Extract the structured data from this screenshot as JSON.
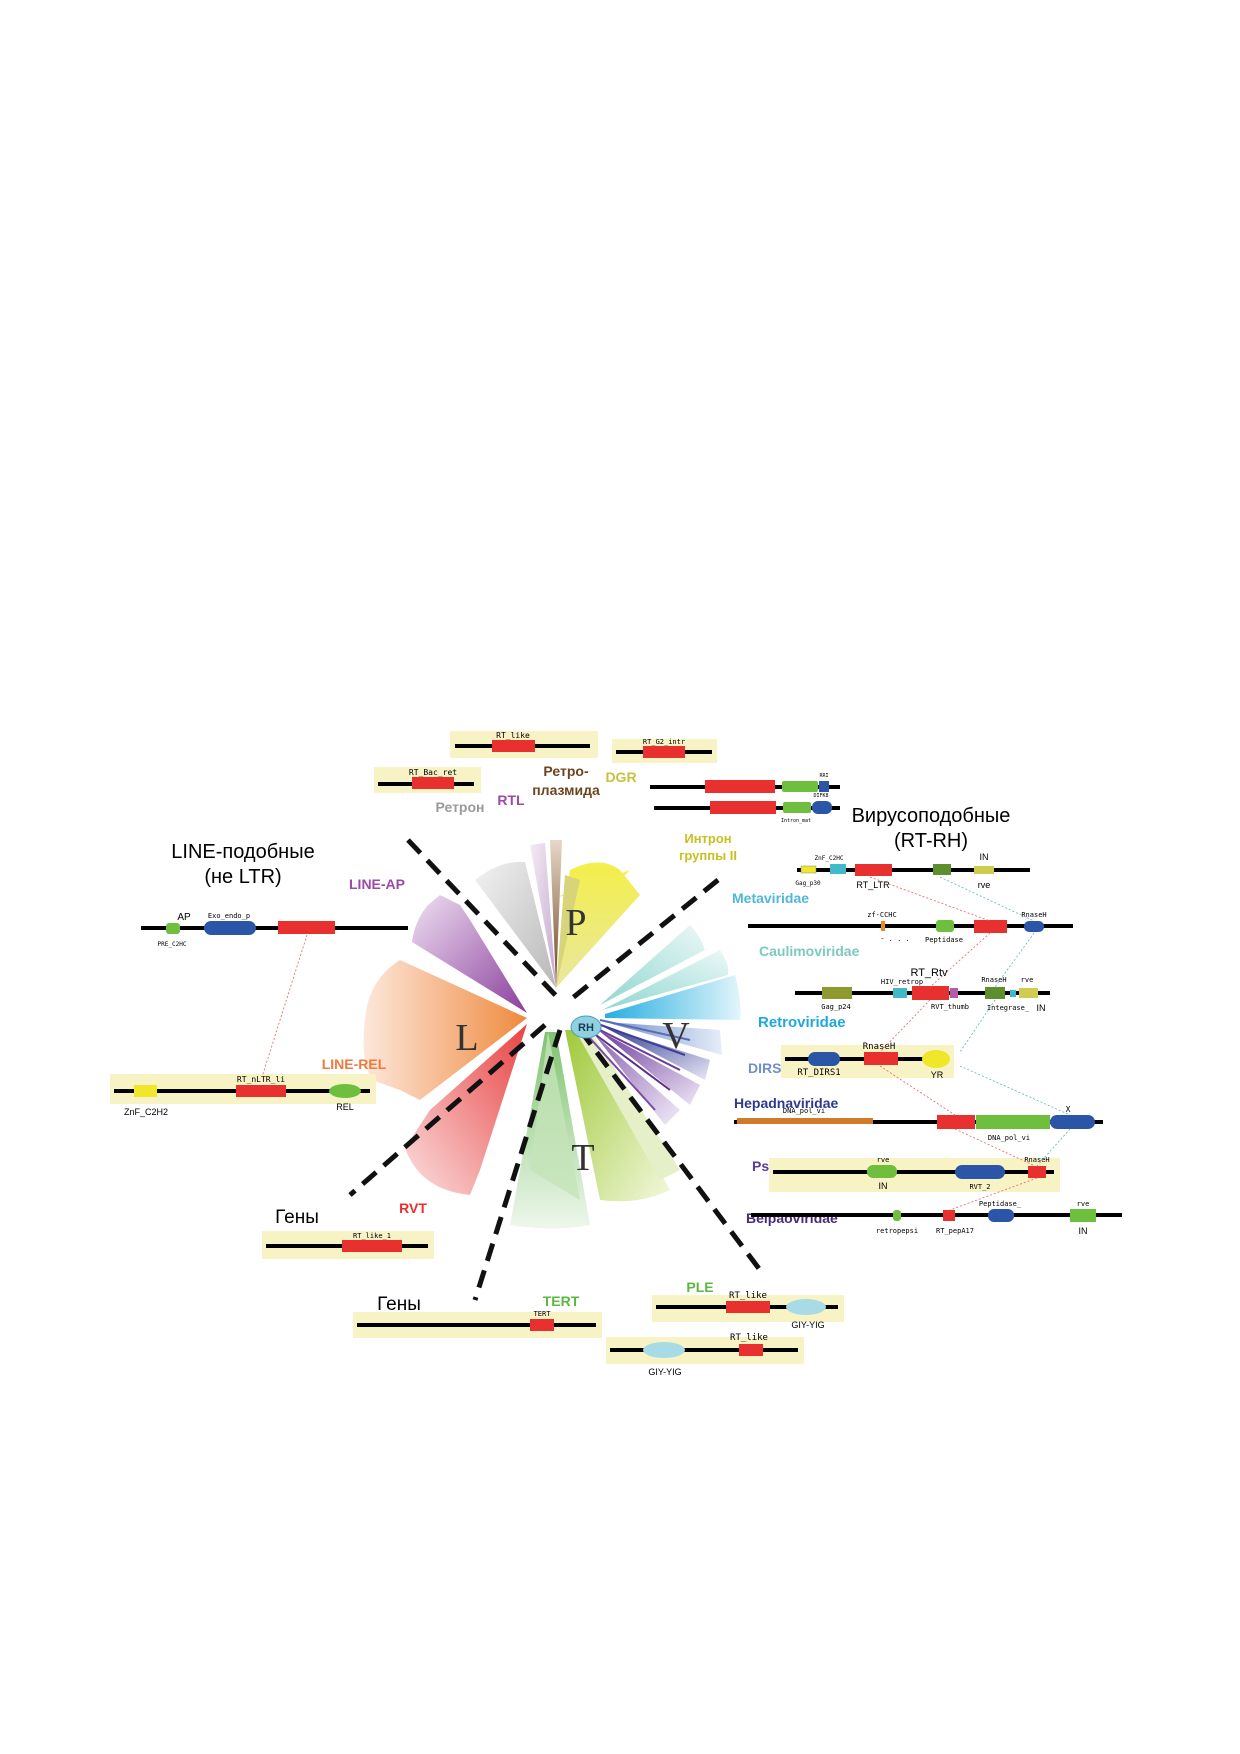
{
  "colors": {
    "red": "#e8312f",
    "blue": "#2b56a8",
    "green": "#6fbf3f",
    "yellow": "#f0e62a",
    "lightblue": "#a8dbe6",
    "cream": "#f8f3c4",
    "olive": "#8f9a2e"
  },
  "sectors": {
    "P": "P",
    "V": "V",
    "T": "T",
    "L": "L",
    "center": "RH"
  },
  "group_labels": {
    "line_like_1": "LINE-подобные",
    "line_like_2": "(не LTR)",
    "line_ap": "LINE-AP",
    "line_rel": "LINE-REL",
    "rvt": "RVT",
    "genes_1": "Гены",
    "genes_2": "Гены",
    "tert": "TERT",
    "ple": "PLE",
    "retron": "Ретрон",
    "rtl": "RTL",
    "retroplasmid_1": "Ретро-",
    "retroplasmid_2": "плазмида",
    "dgr": "DGR",
    "intron_1": "Интрон",
    "intron_2": "группы II",
    "virus_like_1": "Вирусоподобные",
    "virus_like_2": "(RT-RH)",
    "metaviridae": "Metaviridae",
    "caulimoviridae": "Caulimoviridae",
    "retroviridae": "Retroviridae",
    "dirs": "DIRS",
    "hepadnaviridae": "Hepadnaviridae",
    "pseudoviridae": "Pseudoviridae",
    "belpaoviridae": "Belpaoviridae"
  },
  "domain_labels": {
    "rt_like_top": "RT_like",
    "rt_g2_intr": "RT_G2_intr",
    "rt_bac_ret": "RT_Bac_ret",
    "dgr_small_1": "RRI",
    "dgr_small_2": "DIFK8",
    "intron_mat": "Intron_mat",
    "ap": "AP",
    "exo_endo": "Exo_endo_p",
    "pre_c2hc": "PRE_C2HC",
    "rt_nltr": "RT_nLTR_li",
    "znf_c2h2": "ZnF_C2H2",
    "rel": "REL",
    "rt_like_1": "RT_like_1",
    "tert_domain": "TERT",
    "ple_rt_1": "RT_like",
    "ple_giy_1": "GIY-YIG",
    "ple_rt_2": "RT_like",
    "ple_giy_2": "GIY-YIG",
    "meta_znf": "ZnF_C2HC",
    "meta_in": "IN",
    "meta_gag": "Gag_p30",
    "meta_rtltr": "RT_LTR",
    "meta_rve": "rve",
    "caul_zf": "zf-CCHC",
    "caul_rnaseh": "RnaseH",
    "caul_dots": "-  . . .",
    "caul_peptidase": "Peptidase",
    "retro_rtrtv": "RT_Rtv",
    "retro_hiv": "HIV_retrop",
    "retro_rnaseh": "RnaseH",
    "retro_rve": "rve",
    "retro_gag": "Gag_p24",
    "retro_rvtthumb": "RVT_thumb",
    "retro_integrase": "Integrase_",
    "retro_in": "IN",
    "dirs_rnaseh": "RnaseH",
    "dirs_rt": "RT_DIRS1",
    "dirs_yr": "YR",
    "hepa_dna1": "DNA_pol_vi",
    "hepa_x": "X",
    "hepa_dna2": "DNA_pol_vi",
    "pseudo_rve": "rve",
    "pseudo_rnaseh": "RnaseH",
    "pseudo_in": "IN",
    "pseudo_rvt2": "RVT_2",
    "belpao_peptidase": "Peptidase_",
    "belpao_rve": "rve",
    "belpao_retropepsi": "retropepsi",
    "belpao_rtpep": "RT_pepA17",
    "belpao_in": "IN"
  }
}
